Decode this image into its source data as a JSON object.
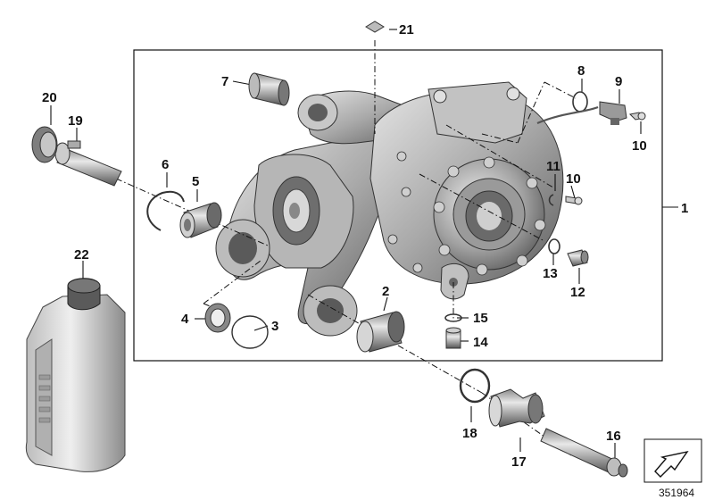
{
  "diagram": {
    "callouts": [
      {
        "id": "c1",
        "label": "1"
      },
      {
        "id": "c2",
        "label": "2"
      },
      {
        "id": "c3",
        "label": "3"
      },
      {
        "id": "c4",
        "label": "4"
      },
      {
        "id": "c5",
        "label": "5"
      },
      {
        "id": "c6",
        "label": "6"
      },
      {
        "id": "c7",
        "label": "7"
      },
      {
        "id": "c8",
        "label": "8"
      },
      {
        "id": "c9",
        "label": "9"
      },
      {
        "id": "c10a",
        "label": "10"
      },
      {
        "id": "c10b",
        "label": "10"
      },
      {
        "id": "c11",
        "label": "11"
      },
      {
        "id": "c12",
        "label": "12"
      },
      {
        "id": "c13",
        "label": "13"
      },
      {
        "id": "c14",
        "label": "14"
      },
      {
        "id": "c15",
        "label": "15"
      },
      {
        "id": "c16",
        "label": "16"
      },
      {
        "id": "c17",
        "label": "17"
      },
      {
        "id": "c18",
        "label": "18"
      },
      {
        "id": "c19",
        "label": "19"
      },
      {
        "id": "c20",
        "label": "20"
      },
      {
        "id": "c21",
        "label": "21"
      },
      {
        "id": "c22",
        "label": "22"
      }
    ],
    "reference_number": "351964",
    "colors": {
      "part_light": "#d6d6d6",
      "part_mid": "#a8a8a8",
      "part_dark": "#5e5e5e",
      "line": "#111111"
    }
  }
}
